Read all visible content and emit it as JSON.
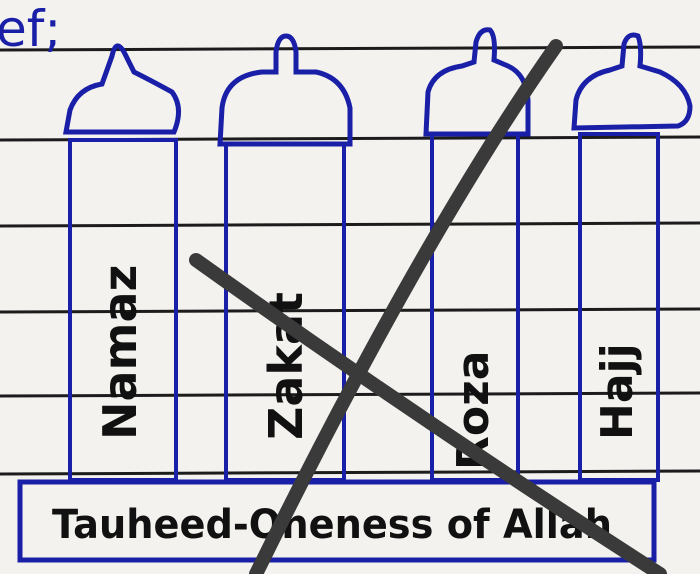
{
  "page": {
    "corner_text": "ef;",
    "paper_color": "#f3f2ee",
    "line_color": "#1c1c1c",
    "ink_color": "#1a1fa8",
    "text_color": "#111111",
    "cross_color": "#3a3a3a"
  },
  "diagram": {
    "base_label": "Tauheed-Oneness of Allah",
    "pillars": [
      {
        "label": "Namaz"
      },
      {
        "label": "Zakat"
      },
      {
        "label": "Roza"
      },
      {
        "label": "Hajj"
      }
    ],
    "crossed_out": true
  }
}
